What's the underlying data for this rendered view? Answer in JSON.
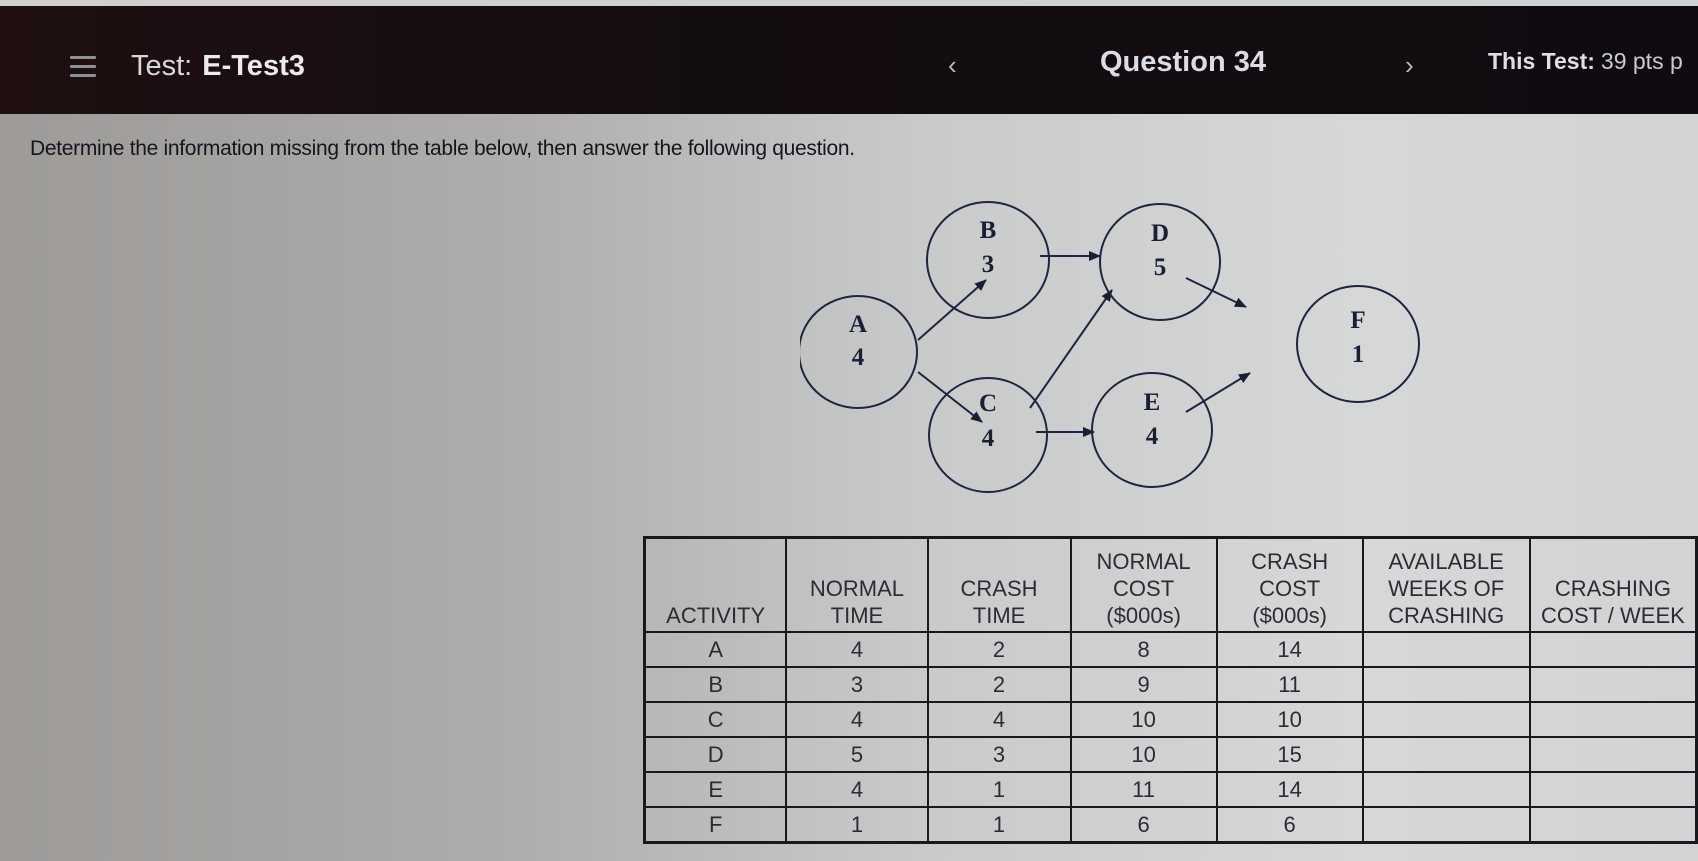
{
  "header": {
    "test_prefix": "Test:",
    "test_name": "E-Test3",
    "prev_icon": "‹",
    "question_title": "Question 34",
    "next_icon": "›",
    "score_label": "This Test:",
    "score_value": "39 pts p"
  },
  "question": {
    "prompt": "Determine the information missing from the table below, then answer the following question."
  },
  "diagram": {
    "nodes": [
      {
        "id": "A",
        "duration": "4"
      },
      {
        "id": "B",
        "duration": "3"
      },
      {
        "id": "C",
        "duration": "4"
      },
      {
        "id": "D",
        "duration": "5"
      },
      {
        "id": "E",
        "duration": "4"
      },
      {
        "id": "F",
        "duration": "1"
      }
    ],
    "edges": [
      [
        "A",
        "B"
      ],
      [
        "A",
        "C"
      ],
      [
        "B",
        "D"
      ],
      [
        "C",
        "D"
      ],
      [
        "C",
        "E"
      ],
      [
        "D",
        "F"
      ],
      [
        "E",
        "F"
      ]
    ]
  },
  "table": {
    "headers": [
      "ACTIVITY",
      "NORMAL TIME",
      "CRASH TIME",
      "NORMAL COST ($000s)",
      "CRASH COST ($000s)",
      "AVAILABLE WEEKS OF CRASHING",
      "CRASHING COST / WEEK"
    ],
    "header_lines": [
      [
        "ACTIVITY"
      ],
      [
        "NORMAL",
        "TIME"
      ],
      [
        "CRASH",
        "TIME"
      ],
      [
        "NORMAL",
        "COST",
        "($000s)"
      ],
      [
        "CRASH",
        "COST",
        "($000s)"
      ],
      [
        "AVAILABLE",
        "WEEKS OF",
        "CRASHING"
      ],
      [
        "CRASHING",
        "COST / WEEK"
      ]
    ],
    "rows": [
      [
        "A",
        "4",
        "2",
        "8",
        "14",
        "",
        ""
      ],
      [
        "B",
        "3",
        "2",
        "9",
        "11",
        "",
        ""
      ],
      [
        "C",
        "4",
        "4",
        "10",
        "10",
        "",
        ""
      ],
      [
        "D",
        "5",
        "3",
        "10",
        "15",
        "",
        ""
      ],
      [
        "E",
        "4",
        "1",
        "11",
        "14",
        "",
        ""
      ],
      [
        "F",
        "1",
        "1",
        "6",
        "6",
        "",
        ""
      ]
    ]
  }
}
